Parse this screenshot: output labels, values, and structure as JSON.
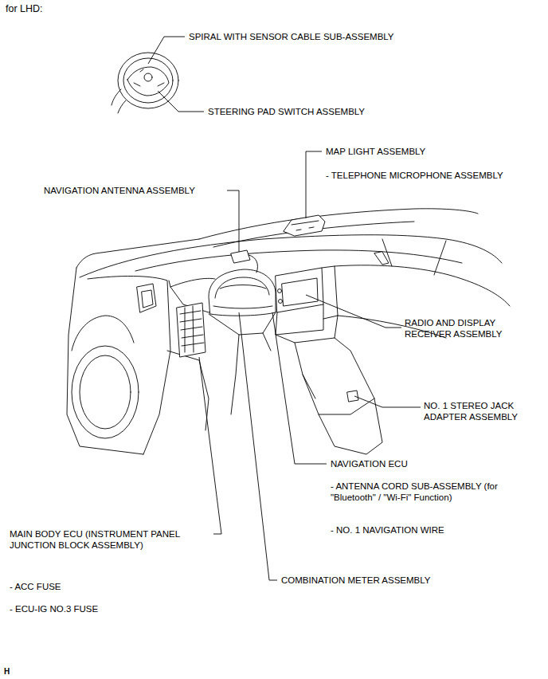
{
  "diagram": {
    "title": "for LHD:",
    "labels": [
      "SPIRAL WITH SENSOR CABLE SUB-ASSEMBLY",
      "STEERING PAD SWITCH ASSEMBLY",
      "MAP LIGHT ASSEMBLY",
      "- TELEPHONE MICROPHONE ASSEMBLY",
      "NAVIGATION ANTENNA ASSEMBLY",
      "RADIO AND DISPLAY RECEIVER ASSEMBLY",
      "NO. 1 STEREO JACK ADAPTER ASSEMBLY",
      "NAVIGATION ECU",
      "- ANTENNA CORD SUB-ASSEMBLY (for \"Bluetooth\" / \"Wi-Fi\" Function)",
      "- NO. 1 NAVIGATION WIRE",
      "MAIN BODY ECU (INSTRUMENT PANEL JUNCTION BLOCK ASSEMBLY)",
      "- ACC FUSE",
      "- ECU-IG NO.3 FUSE",
      "COMBINATION METER ASSEMBLY",
      "H"
    ]
  }
}
